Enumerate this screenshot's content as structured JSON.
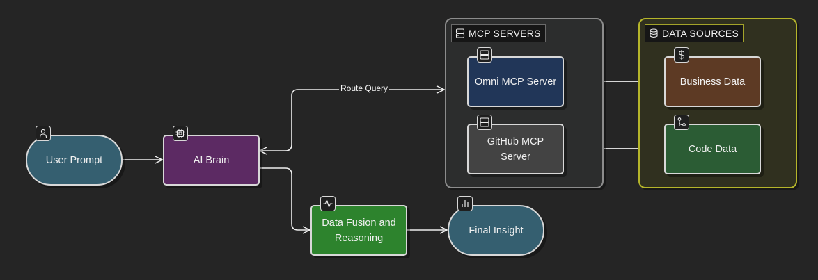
{
  "colors": {
    "background": "#252525",
    "user_prompt": "#355f70",
    "ai_brain": "#5c2a63",
    "omni": "#213658",
    "github": "#434343",
    "business": "#5d3a24",
    "code": "#2b5c34",
    "fusion": "#2d832d",
    "final": "#355f70",
    "edge": "#efefef"
  },
  "groups": {
    "mcp_servers": {
      "label": "MCP SERVERS",
      "icon": "server-icon"
    },
    "data_sources": {
      "label": "DATA SOURCES",
      "icon": "database-icon"
    }
  },
  "nodes": {
    "user_prompt": {
      "label": "User Prompt",
      "icon": "user-icon",
      "shape": "stadium"
    },
    "ai_brain": {
      "label": "AI Brain",
      "icon": "cpu-icon",
      "shape": "rectangle"
    },
    "omni_mcp": {
      "label": "Omni MCP Server",
      "icon": "server-icon",
      "shape": "rectangle"
    },
    "github_mcp": {
      "label": "GitHub MCP Server",
      "icon": "server-icon",
      "shape": "rectangle"
    },
    "business_data": {
      "label": "Business Data",
      "icon": "dollar-icon",
      "shape": "rectangle"
    },
    "code_data": {
      "label": "Code Data",
      "icon": "git-branch-icon",
      "shape": "rectangle"
    },
    "data_fusion": {
      "label": "Data Fusion and Reasoning",
      "icon": "activity-icon",
      "shape": "rectangle"
    },
    "final_insight": {
      "label": "Final Insight",
      "icon": "bar-chart-icon",
      "shape": "stadium"
    }
  },
  "edges": [
    {
      "from": "user_prompt",
      "to": "ai_brain",
      "label": "",
      "direction": "forward"
    },
    {
      "from": "ai_brain",
      "to": "omni_mcp",
      "label": "Route Query",
      "direction": "both"
    },
    {
      "from": "ai_brain",
      "to": "data_fusion",
      "label": "",
      "direction": "forward"
    },
    {
      "from": "data_fusion",
      "to": "final_insight",
      "label": "",
      "direction": "forward"
    },
    {
      "from": "omni_mcp",
      "to": "business_data",
      "label": "",
      "direction": "both"
    },
    {
      "from": "github_mcp",
      "to": "code_data",
      "label": "",
      "direction": "both"
    }
  ]
}
